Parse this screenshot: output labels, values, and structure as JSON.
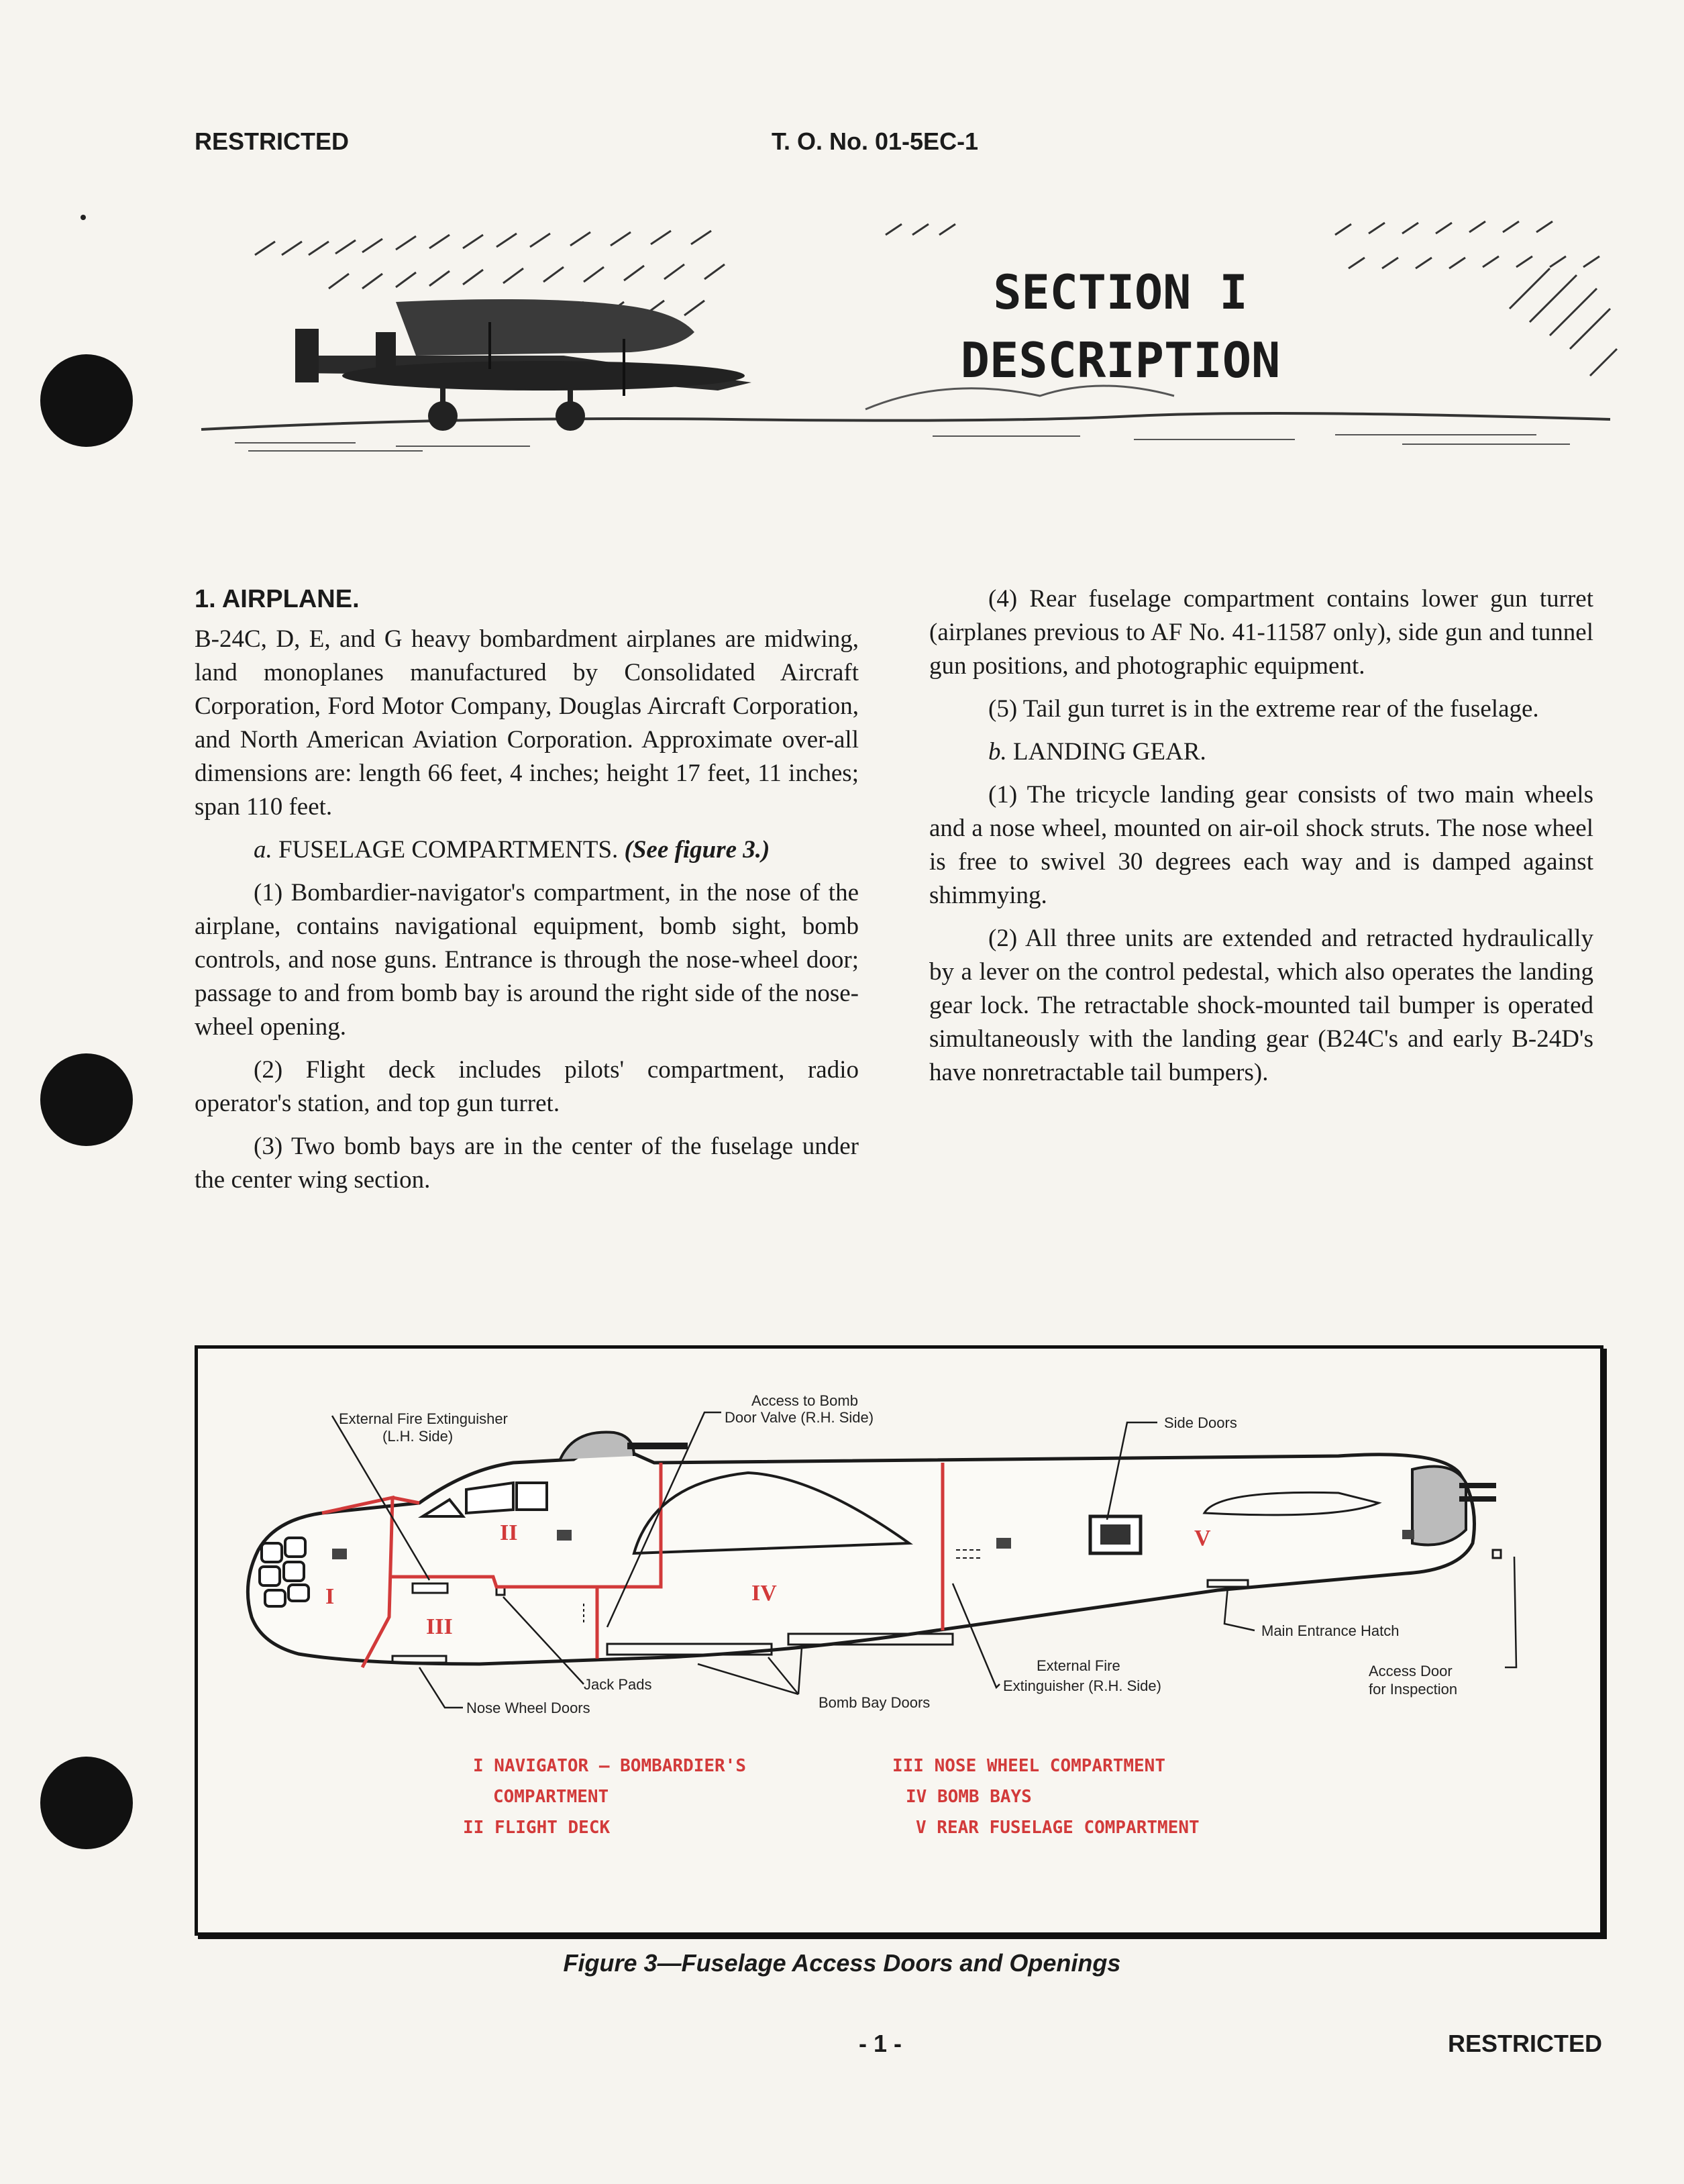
{
  "header": {
    "left": "RESTRICTED",
    "center": "T. O. No. 01-5EC-1"
  },
  "section": {
    "number": "SECTION I",
    "title": "DESCRIPTION"
  },
  "left_column": {
    "heading": "1. AIRPLANE.",
    "p1": "B-24C, D, E, and G heavy bombardment airplanes are midwing, land monoplanes manufactured by Consolidated Aircraft Corporation, Ford Motor Company, Douglas Aircraft Corporation, and North American Aviation Corporation. Approximate over-all dimensions are: length 66 feet, 4 inches; height 17 feet, 11 inches; span 110 feet.",
    "sub_a_label": "a.",
    "sub_a_title": "FUSELAGE COMPARTMENTS.",
    "sub_a_ref": "(See figure 3.)",
    "a1": "(1) Bombardier-navigator's compartment, in the nose of the airplane, contains navigational equipment, bomb sight, bomb controls, and nose guns. Entrance is through the nose-wheel door; passage to and from bomb bay is around the right side of the nose-wheel opening.",
    "a2": "(2) Flight deck includes pilots' compartment, radio operator's station, and top gun turret.",
    "a3": "(3) Two bomb bays are in the center of the fuselage under the center wing section."
  },
  "right_column": {
    "a4": "(4) Rear fuselage compartment contains lower gun turret (airplanes previous to AF No. 41-11587 only), side gun and tunnel gun positions, and photographic equipment.",
    "a5": "(5) Tail gun turret is in the extreme rear of the fuselage.",
    "sub_b_label": "b.",
    "sub_b_title": "LANDING GEAR.",
    "b1": "(1) The tricycle landing gear consists of two main wheels and a nose wheel, mounted on air-oil shock struts. The nose wheel is free to swivel 30 degrees each way and is damped against shimmying.",
    "b2": "(2) All three units are extended and retracted hydraulically by a lever on the control pedestal, which also operates the landing gear lock. The retractable shock-mounted tail bumper is operated simultaneously with the landing gear (B24C's and early B-24D's have nonretractable tail bumpers)."
  },
  "figure": {
    "callouts": {
      "ext_fire_lh_1": "External Fire Extinguisher",
      "ext_fire_lh_2": "(L.H. Side)",
      "access_bomb_1": "Access to Bomb",
      "access_bomb_2": "Door Valve (R.H. Side)",
      "side_doors": "Side Doors",
      "main_entrance": "Main Entrance Hatch",
      "access_door_1": "Access Door",
      "access_door_2": "for Inspection",
      "ext_fire_rh_1": "External Fire",
      "ext_fire_rh_2": "Extinguisher (R.H. Side)",
      "bomb_bay_doors": "Bomb Bay Doors",
      "jack_pads": "Jack Pads",
      "nose_wheel_doors": "Nose Wheel Doors"
    },
    "zones": [
      "I",
      "II",
      "III",
      "IV",
      "V"
    ],
    "legend": {
      "l1a": "I NAVIGATOR — BOMBARDIER'S",
      "l1b": "COMPARTMENT",
      "l2": "II FLIGHT DECK",
      "l3": "III NOSE WHEEL COMPARTMENT",
      "l4": "IV BOMB BAYS",
      "l5": "V REAR FUSELAGE COMPARTMENT"
    },
    "caption": "Figure 3—Fuselage Access Doors and Openings"
  },
  "footer": {
    "page": "- 1 -",
    "right": "RESTRICTED"
  },
  "colors": {
    "zone_red": "#d23a3a",
    "ink": "#1b1b1b",
    "paper": "#f6f4ef"
  }
}
